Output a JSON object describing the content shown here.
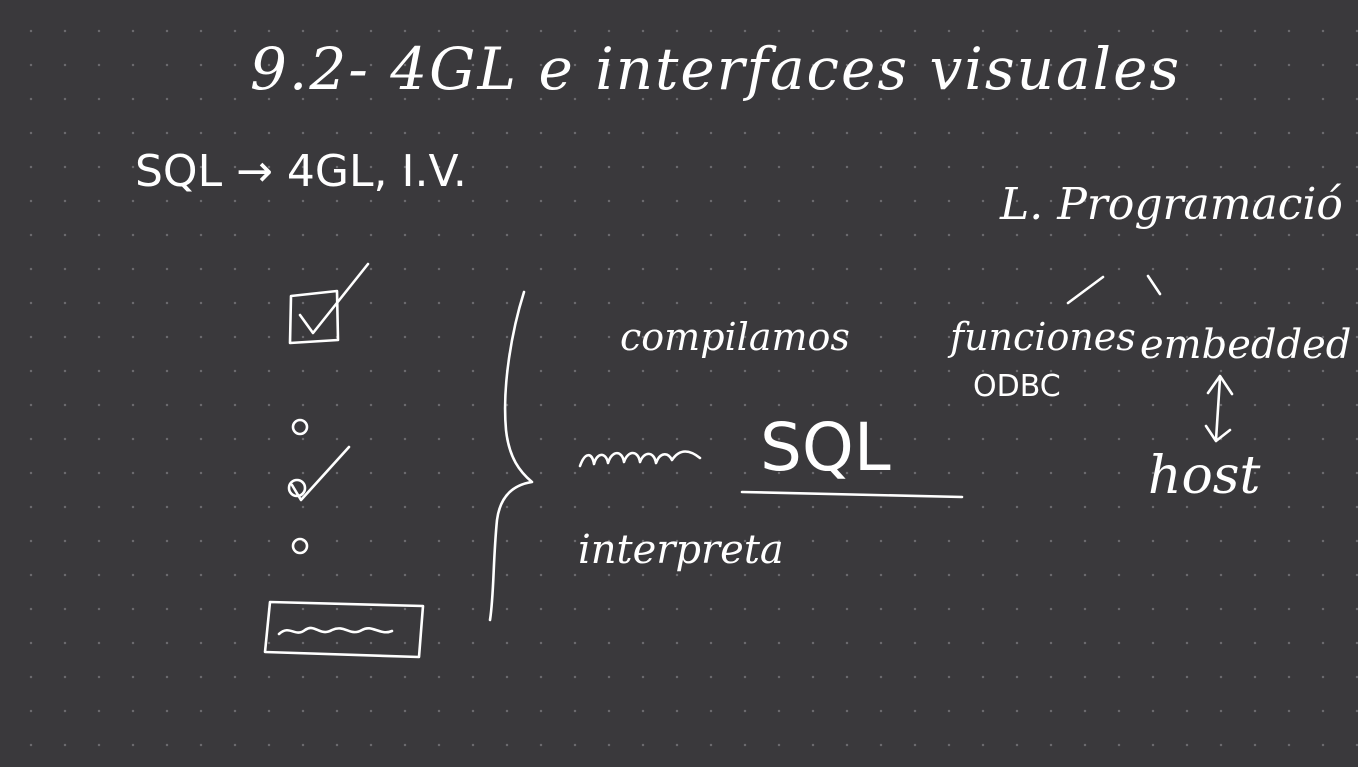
{
  "notes": {
    "title": "9.2- 4GL e interfaces visuales",
    "equation": "SQL → 4GL, I.V.",
    "programacion": "L. Programació",
    "compilamos": "compilamos",
    "sql": "SQL",
    "interpreta": "interpreta",
    "funciones": "funciones",
    "odbc": "ODBC",
    "embedded": "embedded",
    "host": "host"
  },
  "colors": {
    "background": "#3a393c",
    "grid_dot": "#6a696d",
    "ink": "#ffffff"
  },
  "icons": {
    "checkbox": "checked-checkbox-icon",
    "radio_empty": "radio-empty-icon",
    "radio_checked": "radio-checked-icon",
    "text_field": "text-field-icon",
    "brace": "curly-brace-icon",
    "arrow": "double-arrow-icon"
  }
}
